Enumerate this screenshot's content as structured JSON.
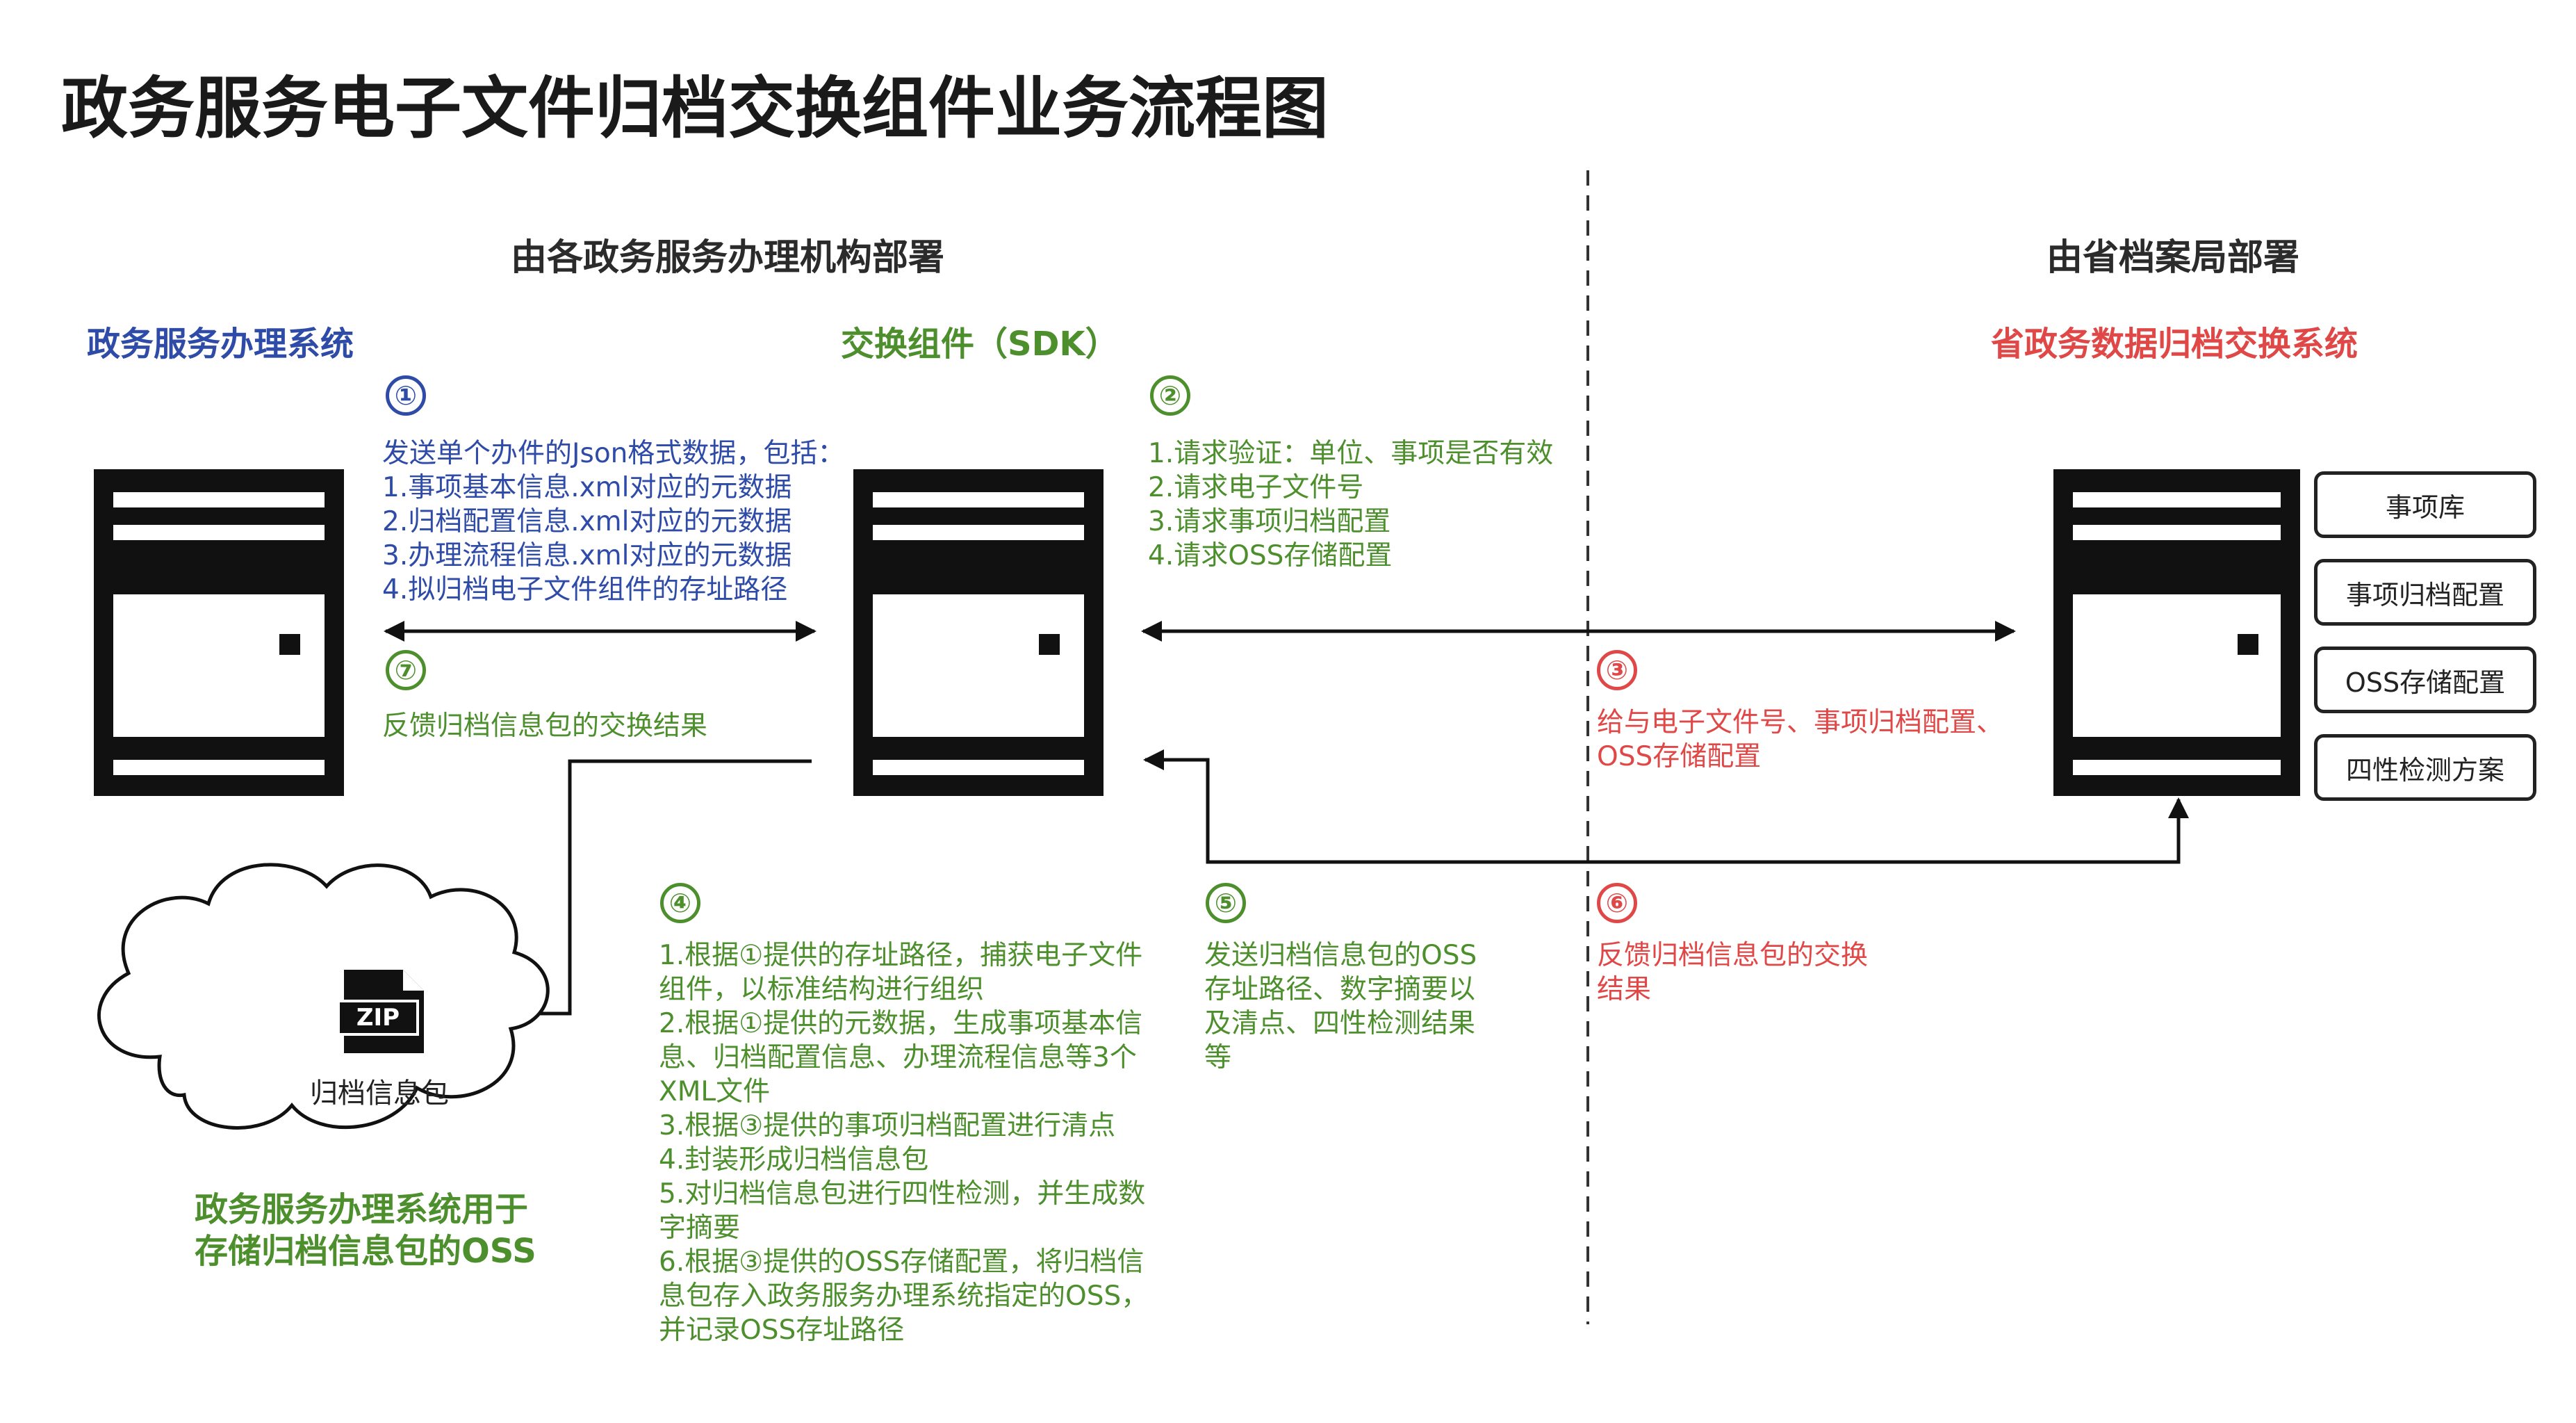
{
  "title": "政务服务电子文件归档交换组件业务流程图",
  "sections": {
    "left_header": "由各政务服务办理机构部署",
    "right_header": "由省档案局部署"
  },
  "systems": {
    "gov_service": "政务服务办理系统",
    "sdk": "交换组件（SDK）",
    "province": "省政务数据归档交换系统"
  },
  "steps": {
    "s1": {
      "num": "①",
      "lines": [
        "发送单个办件的Json格式数据，包括：",
        "1.事项基本信息.xml对应的元数据",
        "2.归档配置信息.xml对应的元数据",
        "3.办理流程信息.xml对应的元数据",
        "4.拟归档电子文件组件的存址路径"
      ]
    },
    "s7": {
      "num": "⑦",
      "lines": [
        "反馈归档信息包的交换结果"
      ]
    },
    "s2": {
      "num": "②",
      "lines": [
        "1.请求验证：单位、事项是否有效",
        "2.请求电子文件号",
        "3.请求事项归档配置",
        "4.请求OSS存储配置"
      ]
    },
    "s3": {
      "num": "③",
      "lines": [
        "给与电子文件号、事项归档配置、",
        "OSS存储配置"
      ]
    },
    "s4": {
      "num": "④",
      "lines": [
        "1.根据①提供的存址路径，捕获电子文件",
        "组件，以标准结构进行组织",
        "2.根据①提供的元数据，生成事项基本信",
        "息、归档配置信息、办理流程信息等3个",
        "XML文件",
        "3.根据③提供的事项归档配置进行清点",
        "4.封装形成归档信息包",
        "5.对归档信息包进行四性检测，并生成数",
        "字摘要",
        "6.根据③提供的OSS存储配置，将归档信",
        "息包存入政务服务办理系统指定的OSS，",
        "并记录OSS存址路径"
      ]
    },
    "s5": {
      "num": "⑤",
      "lines": [
        "发送归档信息包的OSS",
        "存址路径、数字摘要以",
        "及清点、四性检测结果",
        "等"
      ]
    },
    "s6": {
      "num": "⑥",
      "lines": [
        "反馈归档信息包的交换",
        "结果"
      ]
    }
  },
  "config_items": [
    "事项库",
    "事项归档配置",
    "OSS存储配置",
    "四性检测方案"
  ],
  "cloud": {
    "zip_label": "ZIP",
    "label": "归档信息包",
    "caption": [
      "政务服务办理系统用于",
      "存储归档信息包的OSS"
    ]
  },
  "colors": {
    "blue": "#2f4ba8",
    "green": "#4d8f2c",
    "red": "#e04848",
    "black": "#111111"
  }
}
